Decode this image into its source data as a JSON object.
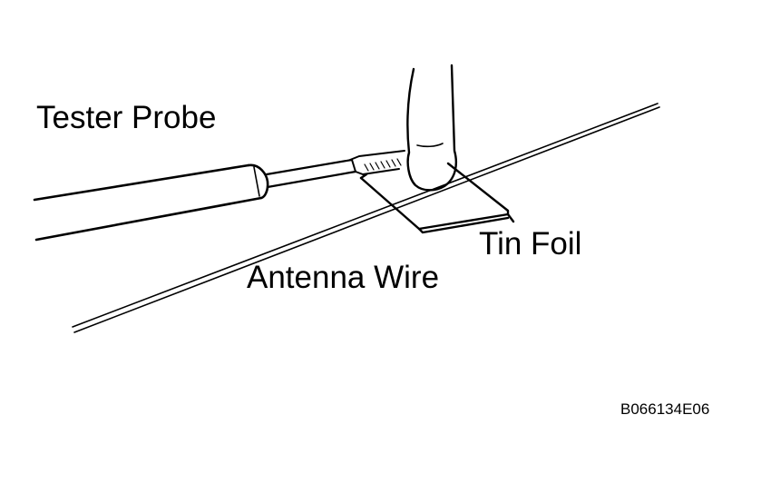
{
  "labels": {
    "tester_probe": "Tester Probe",
    "tin_foil": "Tin Foil",
    "antenna_wire": "Antenna Wire",
    "figure_code": "B066134E06"
  },
  "colors": {
    "line": "#000000",
    "background": "#ffffff"
  }
}
